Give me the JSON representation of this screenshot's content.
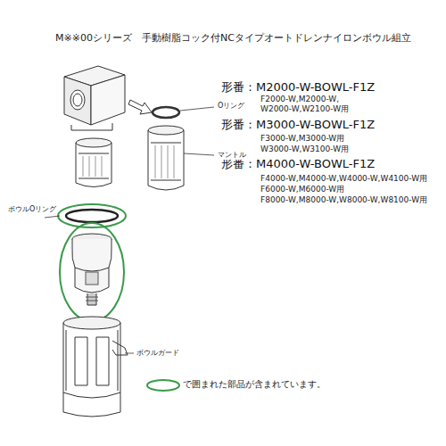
{
  "diagram": {
    "title": "M※※00シリーズ　手動樹脂コック付NCタイプオートドレンナイロンボウル組立",
    "labels": [
      "形番：M2000-W-BOWL-F1Z",
      "F2000-W,M2000-W, W2000-W,W2100-W用",
      "形番：M3000-W-BOWL-F1Z",
      "F3000-W,M3000-W用",
      "W3000-W,W3100-W用",
      "形番：M4000-W-BOWL-F1Z",
      "F4000-W,M4000-W,W4000-W,W4100-W用",
      "F6000-W,M6000-W用",
      "F8000-W,M8000-W,W8000-W,W8100-W用",
      "Oリング",
      "マントル",
      "ボウルOリング",
      "ボウルガード"
    ],
    "legend": [
      {
        "text": "で囲まれた部品が含まれています。"
      }
    ]
  }
}
